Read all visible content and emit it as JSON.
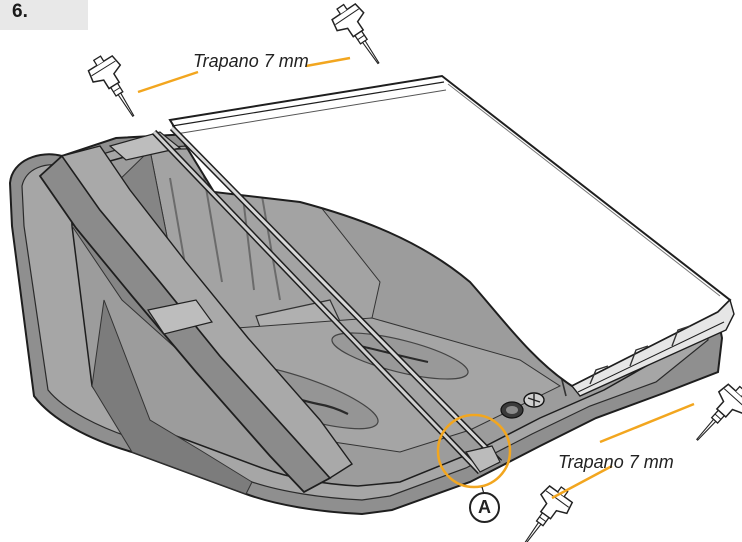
{
  "step": {
    "number": "6."
  },
  "labels": {
    "drill_top": "Trapano 7 mm",
    "drill_bottom": "Trapano 7 mm",
    "callout": "A"
  },
  "colors": {
    "accent": "#f2a61f",
    "body_fill": "#9a9a9a",
    "body_dark": "#6e6e6e",
    "body_light": "#b8b8b8",
    "panel_fill": "#ffffff",
    "outline": "#1e1e1e",
    "badge_bg": "#e8e8e8"
  },
  "icons": {
    "drill": "drill-bit-icon"
  }
}
